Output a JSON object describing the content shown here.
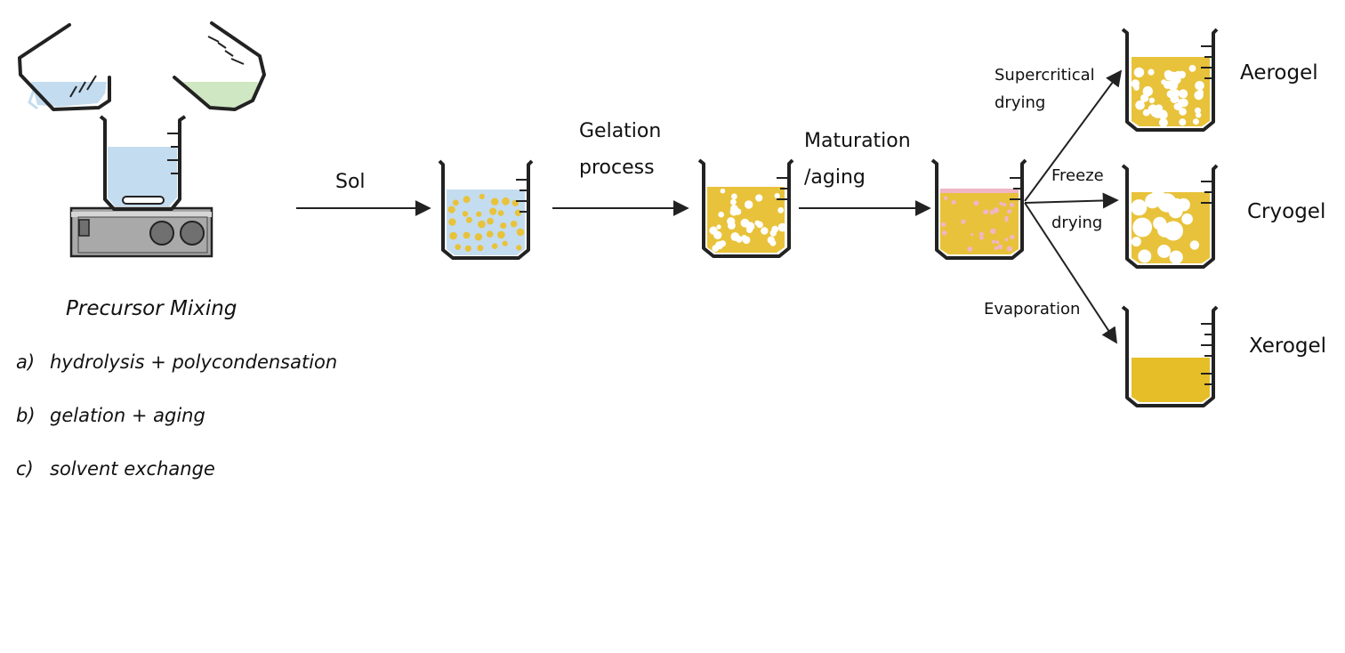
{
  "colors": {
    "outline": "#222222",
    "liquid_blue": "#c4dcef",
    "liquid_green": "#cfe7c2",
    "particle_gold": "#e8c23a",
    "gel_white": "#ffffff",
    "aging_pink": "#f0b6c6",
    "xerogel_gold": "#e6be28",
    "hotplate_body": "#a9a9a9",
    "hotplate_panel": "#707070"
  },
  "precursor": {
    "caption": "Precursor Mixing"
  },
  "steps_list": [
    {
      "letter": "a)",
      "text": "hydrolysis + polycondensation"
    },
    {
      "letter": "b)",
      "text": "gelation + aging"
    },
    {
      "letter": "c)",
      "text": "solvent exchange"
    }
  ],
  "stages": {
    "sol": "Sol",
    "gelation_line1": "Gelation",
    "gelation_line2": "process",
    "maturation_line1": "Maturation",
    "maturation_line2": "/aging"
  },
  "branches": {
    "supercritical_line1": "Supercritical",
    "supercritical_line2": "drying",
    "freeze_line1": "Freeze",
    "freeze_line2": "drying",
    "evaporation": "Evaporation"
  },
  "products": {
    "aerogel": "Aerogel",
    "cryogel": "Cryogel",
    "xerogel": "Xerogel"
  },
  "icons": [
    "beaker-icon",
    "stirring-hotplate-icon",
    "arrow-icon"
  ]
}
